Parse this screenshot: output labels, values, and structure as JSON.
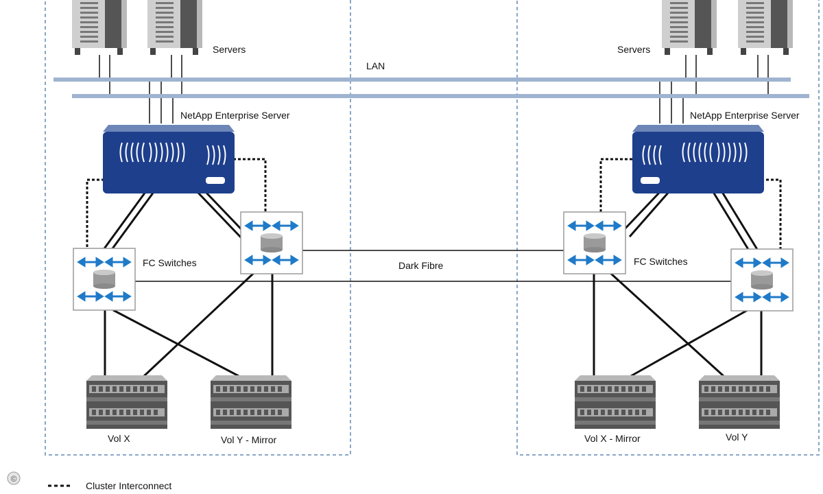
{
  "labels": {
    "servers_left": "Servers",
    "servers_right": "Servers",
    "lan": "LAN",
    "enterprise_left": "NetApp Enterprise Server",
    "enterprise_right": "NetApp Enterprise Server",
    "fc_switches_left": "FC Switches",
    "fc_switches_right": "FC Switches",
    "dark_fibre": "Dark Fibre",
    "vol_x": "Vol X",
    "vol_y_mirror": "Vol Y - Mirror",
    "vol_x_mirror": "Vol X - Mirror",
    "vol_y": "Vol Y"
  },
  "legend": {
    "cluster_interconnect": "Cluster Interconnect",
    "copyright_symbol": "©"
  },
  "colors": {
    "lan_bus": "#9fb4d0",
    "appliance": "#1e3f8c",
    "arrow": "#1f7ac8",
    "boundary": "#8aa6c8",
    "line": "#111111"
  },
  "icons": {
    "server": "server-tower-icon",
    "appliance": "netapp-appliance-icon",
    "switch": "fc-switch-icon",
    "storage": "disk-shelf-icon"
  }
}
